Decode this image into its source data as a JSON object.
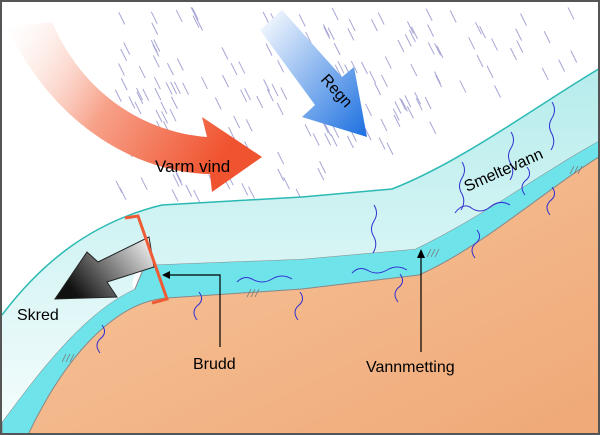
{
  "labels": {
    "warm_wind": "Varm vind",
    "rain": "Regn",
    "meltwater": "Smeltevann",
    "avalanche": "Skred",
    "fracture": "Brudd",
    "saturation": "Vannmetting"
  },
  "colors": {
    "soil": "#f2b483",
    "snow": "#d8f4f4",
    "water": "#6fe3ea",
    "snow_edge": "#2bb9b3",
    "rain": "#9a9ad0",
    "wind": "#f26a4a",
    "rain_arrow": "#2a7fe0",
    "fracture": "#ee5b35",
    "meltwater": "#2a2ad0"
  }
}
